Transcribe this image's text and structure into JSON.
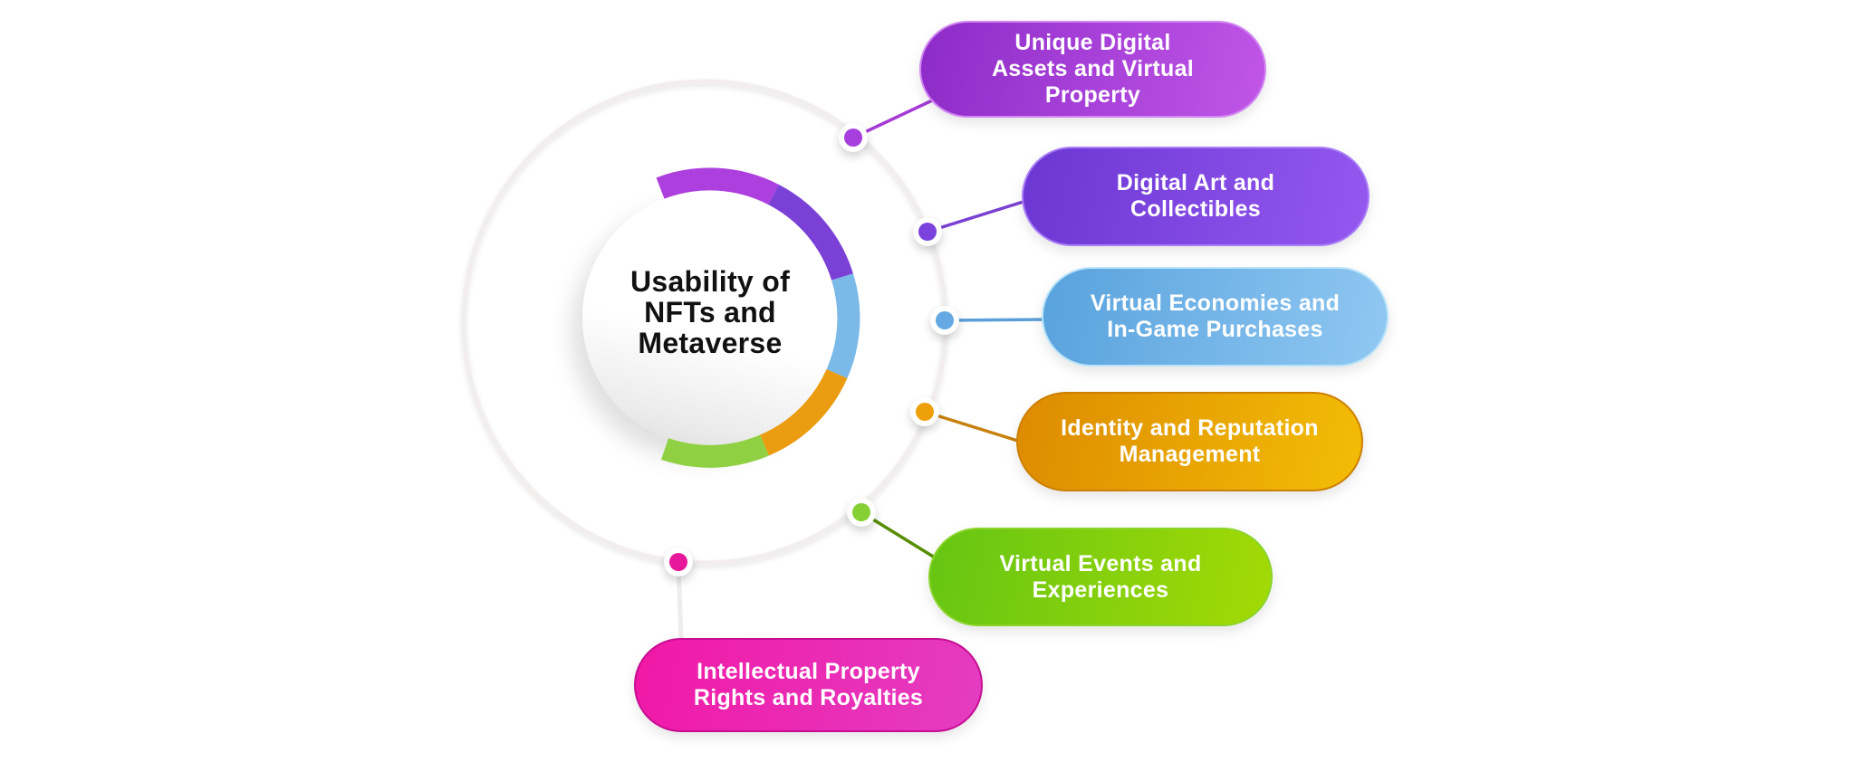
{
  "background": "#ffffff",
  "title": {
    "text": "Usability of\nNFTs and\nMetaverse",
    "color": "#111111"
  },
  "items": [
    {
      "label": "Unique Digital\nAssets and Virtual\nProperty",
      "colors": {
        "pill_from": "#8d2bc8",
        "pill_to": "#c156e8",
        "pill_border": "#d286f2",
        "dot": "#a63fdd",
        "line": "#a43bd4",
        "arc": "#ad3fdf"
      }
    },
    {
      "label": "Digital Art and\nCollectibles",
      "colors": {
        "pill_from": "#6b36d3",
        "pill_to": "#9558f0",
        "pill_border": "#aa7df7",
        "dot": "#7c42dd",
        "line": "#7940d2",
        "arc": "#7b41d6"
      }
    },
    {
      "label": "Virtual Economies and\nIn-Game Purchases",
      "colors": {
        "pill_from": "#58a2dd",
        "pill_to": "#90c8f2",
        "pill_border": "#b9e3fa",
        "dot": "#64a9e4",
        "line": "#5b9fd8",
        "arc": "#7ab9e8"
      }
    },
    {
      "label": "Identity and Reputation\nManagement",
      "colors": {
        "pill_from": "#dd8b00",
        "pill_to": "#f3bd06",
        "pill_border": "#cd7f00",
        "dot": "#eda00a",
        "line": "#c8810c",
        "arc": "#eb9c10"
      }
    },
    {
      "label": "Virtual Events and\nExperiences",
      "colors": {
        "pill_from": "#65c514",
        "pill_to": "#a4da05",
        "pill_border": "#8bd42a",
        "dot": "#85d035",
        "line": "#578e04",
        "arc": "#90d144"
      }
    },
    {
      "label": "Intellectual Property\nRights and Royalties",
      "colors": {
        "pill_from": "#f118a6",
        "pill_to": "#e43dc2",
        "pill_border": "#c60d93",
        "dot": "#e8189c",
        "line": "#efeceb",
        "arc": ""
      }
    }
  ]
}
